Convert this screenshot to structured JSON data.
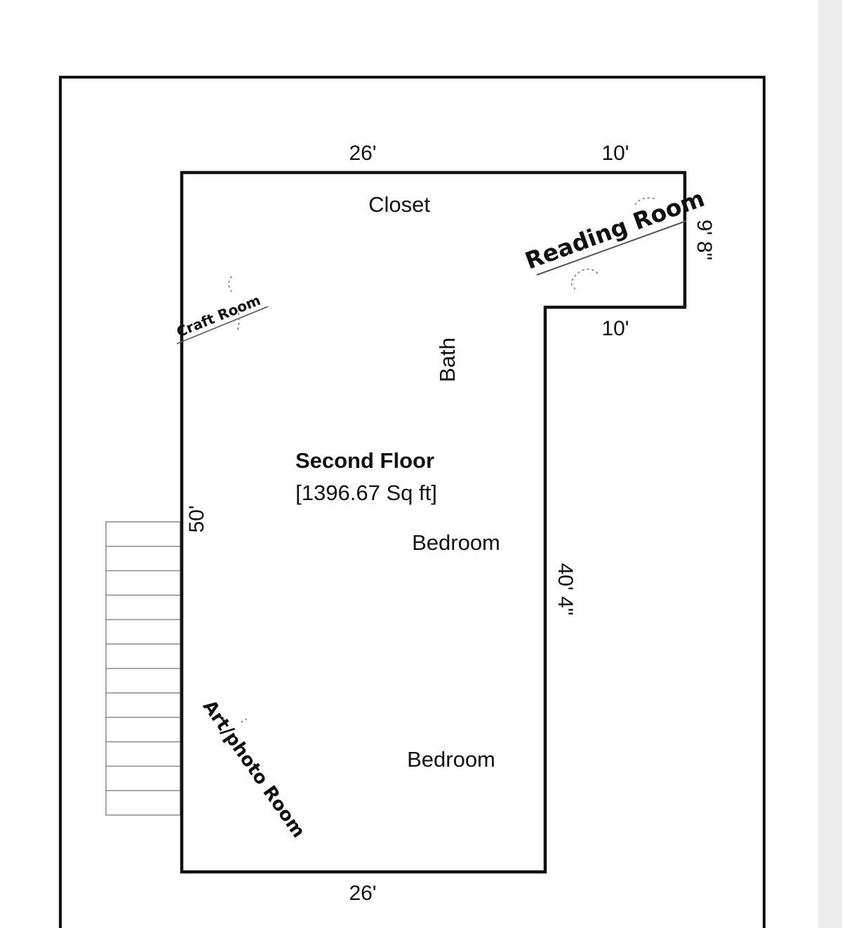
{
  "plan": {
    "dimensions": {
      "top_main": "26'",
      "top_reading": "10'",
      "reading_bottom": "10'",
      "reading_side": "9' 8\"",
      "left_side": "50'",
      "right_side": "40' 4\"",
      "bottom": "26'"
    },
    "rooms": {
      "closet": "Closet",
      "bath": "Bath",
      "bedroom_upper": "Bedroom",
      "bedroom_lower": "Bedroom"
    },
    "floor_title": "Second Floor",
    "floor_area": "[1396.67 Sq ft]",
    "handwritten": {
      "reading_room": "Reading Room",
      "craft_room": "Craft Room",
      "art_photo_room": "Art/photo Room"
    },
    "stair_steps": 12,
    "colors": {
      "line": "#111111",
      "stairs": "#8a8a8a",
      "background": "#ffffff",
      "margin": "#ececec"
    }
  }
}
